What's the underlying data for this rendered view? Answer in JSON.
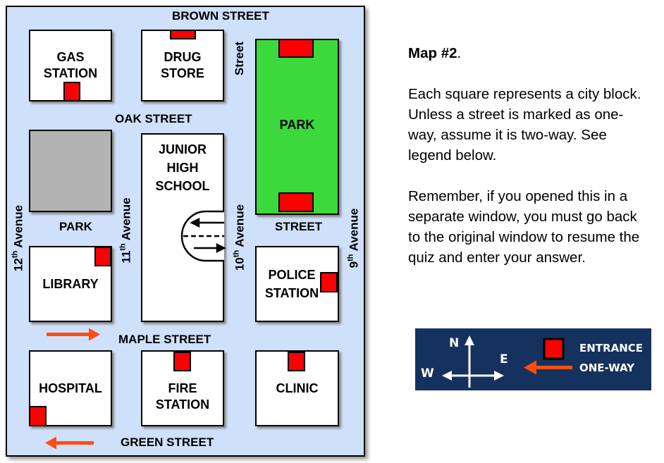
{
  "streets": {
    "brown": "BROWN STREET",
    "oak": "OAK STREET",
    "park_street_left": "PARK",
    "park_street_right": "STREET",
    "maple": "MAPLE STREET",
    "green": "GREEN STREET",
    "top_street": "Street",
    "ave12": {
      "num": "12",
      "sup": "th",
      "word": " Avenue"
    },
    "ave11": {
      "num": "11",
      "sup": "th",
      "word": " Avenue"
    },
    "ave10": {
      "num": "10",
      "sup": "th",
      "word": " Avenue"
    },
    "ave9": {
      "num": "9",
      "sup": "th",
      "word": " Avenue"
    }
  },
  "blocks": {
    "gas": "GAS STATION",
    "drug": "DRUG STORE",
    "park": "PARK",
    "school": "JUNIOR HIGH SCHOOL",
    "library": "LIBRARY",
    "police": "POLICE STATION",
    "hospital": "HOSPITAL",
    "fire": "FIRE STATION",
    "clinic": "CLINIC"
  },
  "colors": {
    "map_bg": "#cfe0fb",
    "park": "#3bd93b",
    "vacant": "#b3b3b3",
    "entrance": "#ff0000",
    "one_way": "#ff4e10",
    "legend_bg": "#15325f"
  },
  "text": {
    "title": "Map #2",
    "title_suffix": ".",
    "p1": "Each square represents a city block. Unless a street is marked as one-way, assume it is two-way. See legend below.",
    "p2": "Remember, if you opened this in a separate window, you must go back to the original window to resume the quiz and enter your answer."
  },
  "legend": {
    "n": "N",
    "e": "E",
    "w": "W",
    "entrance": "ENTRANCE",
    "one_way": "ONE-WAY"
  }
}
